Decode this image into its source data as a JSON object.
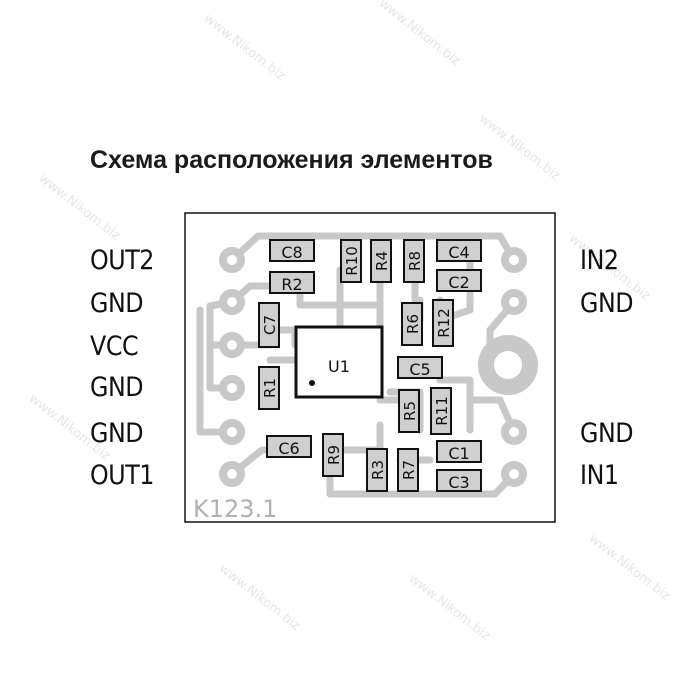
{
  "title": "Схема расположения элементов",
  "watermark": "www.Nikom.biz",
  "board_label": "K123.1",
  "pins_left": [
    "OUT2",
    "GND",
    "VCC",
    "GND",
    "GND",
    "OUT1"
  ],
  "pins_right": [
    "IN2",
    "GND",
    "GND",
    "IN1"
  ],
  "ic": {
    "label": "U1"
  },
  "components": {
    "C8": "C8",
    "R2": "R2",
    "R10": "R10",
    "R4": "R4",
    "R8": "R8",
    "C4": "C4",
    "C2": "C2",
    "C7": "C7",
    "R6": "R6",
    "R12": "R12",
    "C5": "C5",
    "R1": "R1",
    "R5": "R5",
    "R11": "R11",
    "C6": "C6",
    "R9": "R9",
    "R3": "R3",
    "R7": "R7",
    "C1": "C1",
    "C3": "C3"
  },
  "colors": {
    "trace": "#c8c8c8",
    "component_fill": "#cfcfcf",
    "outline": "#111111",
    "board_text": "#b0b0b0"
  }
}
